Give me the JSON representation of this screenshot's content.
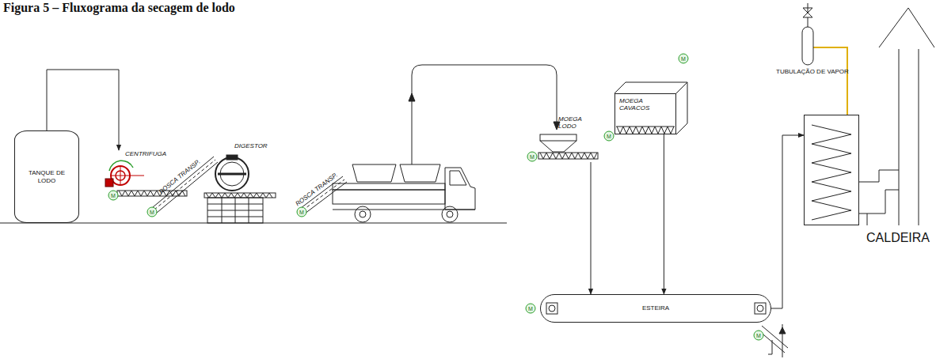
{
  "diagram": {
    "title": "Figura 5 – Fluxograma da secagem de lodo",
    "nodes": [
      {
        "text": [
          "TANQUE DE LODO"
        ]
      },
      {
        "text": [
          "CENTRIFUGA"
        ]
      },
      {
        "text": [
          "DIGESTOR"
        ]
      },
      {
        "text": [
          "MOEGA LODO"
        ]
      },
      {
        "text": [
          "MOEGA CAVACOS"
        ]
      },
      {
        "text": [
          "ESTEIRA"
        ]
      },
      {
        "text": [
          "CALDEIRA"
        ]
      }
    ],
    "edges": [
      {
        "from": 0,
        "to": 1,
        "arrow": "to"
      },
      {
        "from": 3,
        "to": 5,
        "arrow": "to"
      },
      {
        "from": 4,
        "to": 5,
        "arrow": "to"
      },
      {
        "from": 5,
        "to": 6,
        "arrow": "to"
      }
    ],
    "labels": [
      "ROSCA TRANSP.",
      "ROSCA TRANSP.",
      "TUBULAÇÃO DE VAPOR",
      "M",
      "M",
      "M",
      "M",
      "M",
      "M",
      "M",
      "M"
    ]
  }
}
